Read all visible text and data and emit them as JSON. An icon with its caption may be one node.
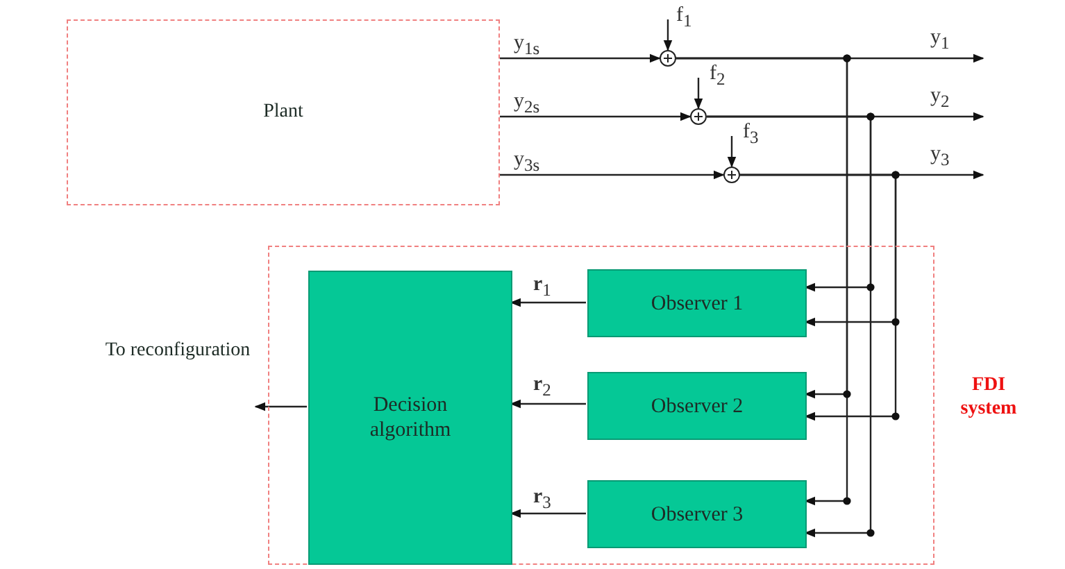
{
  "diagram": {
    "nodes": [
      {
        "text": [
          "Plant"
        ]
      },
      {
        "text": [],
        "shape": "circle"
      },
      {
        "text": [],
        "shape": "circle"
      },
      {
        "text": [],
        "shape": "circle"
      },
      {
        "text": [
          "FDI system"
        ]
      },
      {
        "text": [
          "Decision algorithm"
        ],
        "in": 4
      },
      {
        "text": [
          "Observer 1"
        ],
        "in": 4
      },
      {
        "text": [
          "Observer 2"
        ],
        "in": 4
      },
      {
        "text": [
          "Observer 3"
        ],
        "in": 4
      },
      {
        "text": [
          "To reconfiguration"
        ]
      }
    ],
    "edges": [
      {
        "from": 0,
        "to": 1,
        "arrow": "to",
        "label": "y$_{1s}$"
      },
      {
        "from": 0,
        "to": 2,
        "arrow": "to",
        "label": "y$_{2s}$"
      },
      {
        "from": 0,
        "to": 3,
        "arrow": "to",
        "label": "y$_{3s}$"
      },
      {
        "from": null,
        "to": 1,
        "arrow": "to",
        "label": "f$_{1}$"
      },
      {
        "from": null,
        "to": 2,
        "arrow": "to",
        "label": "f$_{2}$"
      },
      {
        "from": null,
        "to": 3,
        "arrow": "to",
        "label": "f$_{3}$"
      },
      {
        "from": 1,
        "to": null,
        "arrow": "to",
        "label": "y$_{1}$"
      },
      {
        "from": 2,
        "to": null,
        "arrow": "to",
        "label": "y$_{2}$"
      },
      {
        "from": 3,
        "to": null,
        "arrow": "to",
        "label": "y$_{3}$"
      },
      {
        "from": 2,
        "to": 6,
        "arrow": "to"
      },
      {
        "from": 3,
        "to": 6,
        "arrow": "to"
      },
      {
        "from": 1,
        "to": 7,
        "arrow": "to"
      },
      {
        "from": 3,
        "to": 7,
        "arrow": "to"
      },
      {
        "from": 1,
        "to": 8,
        "arrow": "to"
      },
      {
        "from": 2,
        "to": 8,
        "arrow": "to"
      },
      {
        "from": 6,
        "to": 5,
        "arrow": "to",
        "label": "**r**$_{1}$"
      },
      {
        "from": 7,
        "to": 5,
        "arrow": "to",
        "label": "**r**$_{2}$"
      },
      {
        "from": 8,
        "to": 5,
        "arrow": "to",
        "label": "**r**$_{3}$"
      },
      {
        "from": 5,
        "to": 9,
        "arrow": "to"
      }
    ]
  }
}
